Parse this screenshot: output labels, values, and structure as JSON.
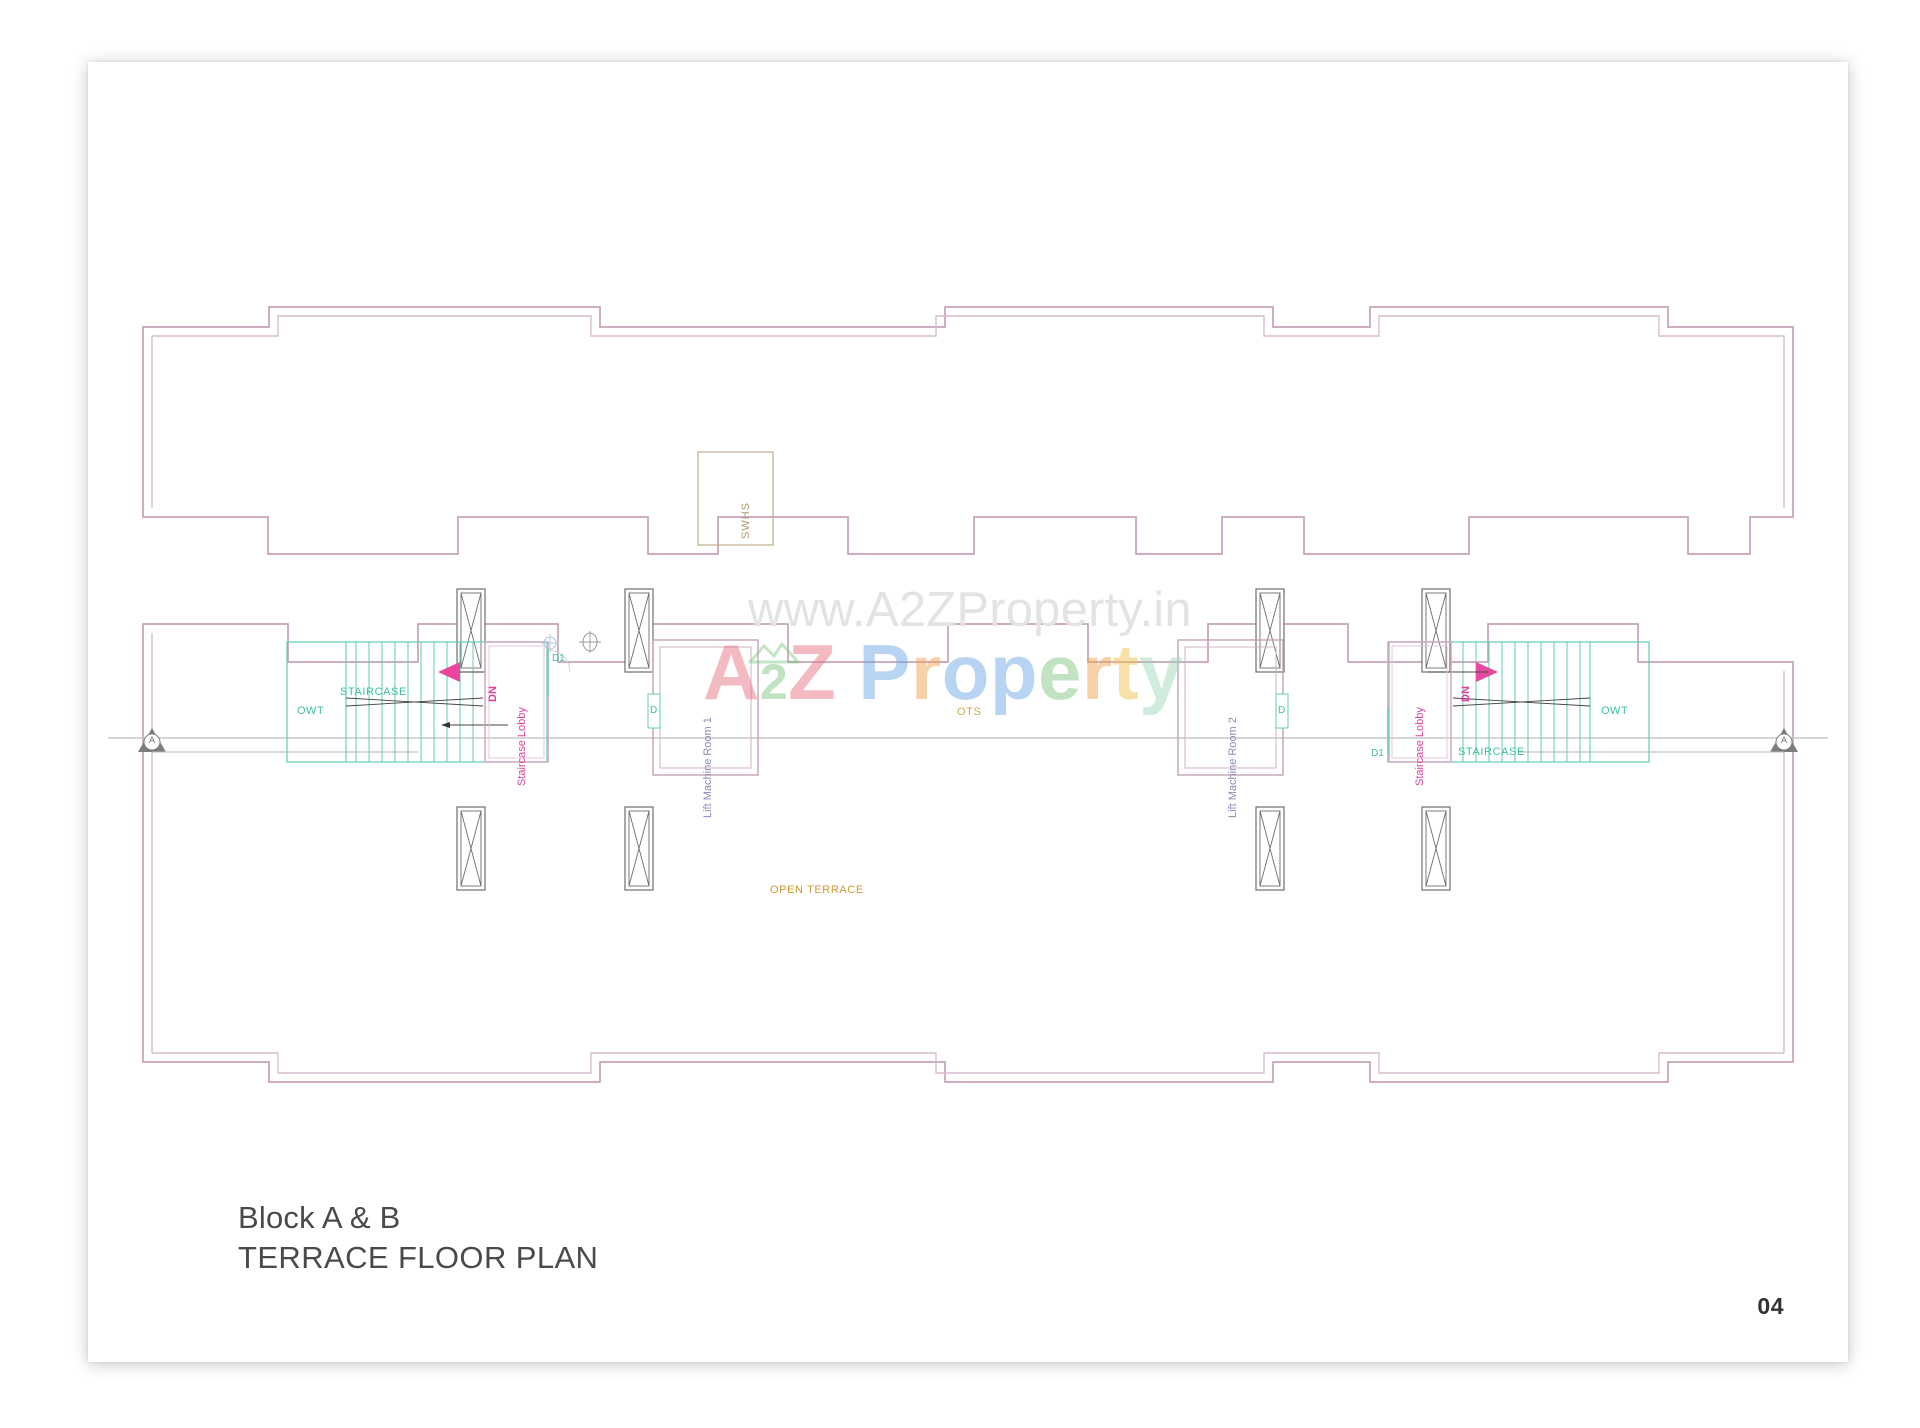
{
  "sheet": {
    "page_number": "04",
    "title_line_1": "Block A & B",
    "title_line_2": "TERRACE FLOOR PLAN"
  },
  "watermark": {
    "url_prefix": "www.",
    "url_main": "A2ZProperty.in",
    "url_full": "www.A2ZProperty.in",
    "logo_a": "A",
    "logo_2": "2",
    "logo_z": "Z",
    "logo_word": "Property",
    "logo_letters": [
      "P",
      "r",
      "o",
      "p",
      "e",
      "r",
      "t",
      "y"
    ],
    "logo_colors": {
      "a": "#e8707e",
      "two": "#7ec67e",
      "z": "#e8707e",
      "p": "#6aa6e8",
      "r": "#f0a24a",
      "o": "#6aa6e8",
      "p2": "#6aa6e8",
      "e": "#7ec67e",
      "r2": "#f0a24a",
      "t": "#f0c24a",
      "y": "#9fd8b8"
    },
    "url_color": "#e3e3e3"
  },
  "plan": {
    "wall_color": "#c9a8bd",
    "column_color": "#555555",
    "section_line_color": "#bbbbbb",
    "labels": {
      "swhs": "SWHS",
      "ots": "OTS",
      "open_terrace": "OPEN TERRACE",
      "owt_left": "OWT",
      "owt_right": "OWT",
      "staircase_left": "STAIRCASE",
      "staircase_right": "STAIRCASE",
      "staircase_lobby_left": "Staircase Lobby",
      "staircase_lobby_right": "Staircase Lobby",
      "dn_left": "DN",
      "dn_right": "DN",
      "lift_machine_room_1": "Lift Machine Room 1",
      "lift_machine_room_2": "Lift Machine Room 2",
      "door_d1_left": "D1",
      "door_d1_right": "D1",
      "door_d_left": "D",
      "door_d_right": "D",
      "section_marker_left": "A",
      "section_marker_right": "A"
    },
    "label_colors": {
      "swhs": "#b09870",
      "ots": "#c9a84c",
      "open_terrace": "#cc9a33",
      "owt": "#3ec0a0",
      "staircase": "#3ec0a0",
      "staircase_lobby": "#e0409a",
      "dn": "#e0409a",
      "lift_machine_room": "#8a8ab8",
      "door_d1": "#3ec0a0",
      "door_d": "#3ec0a0",
      "stair_hatch": "#4cc9ae",
      "arrow": "#e0409a"
    }
  }
}
